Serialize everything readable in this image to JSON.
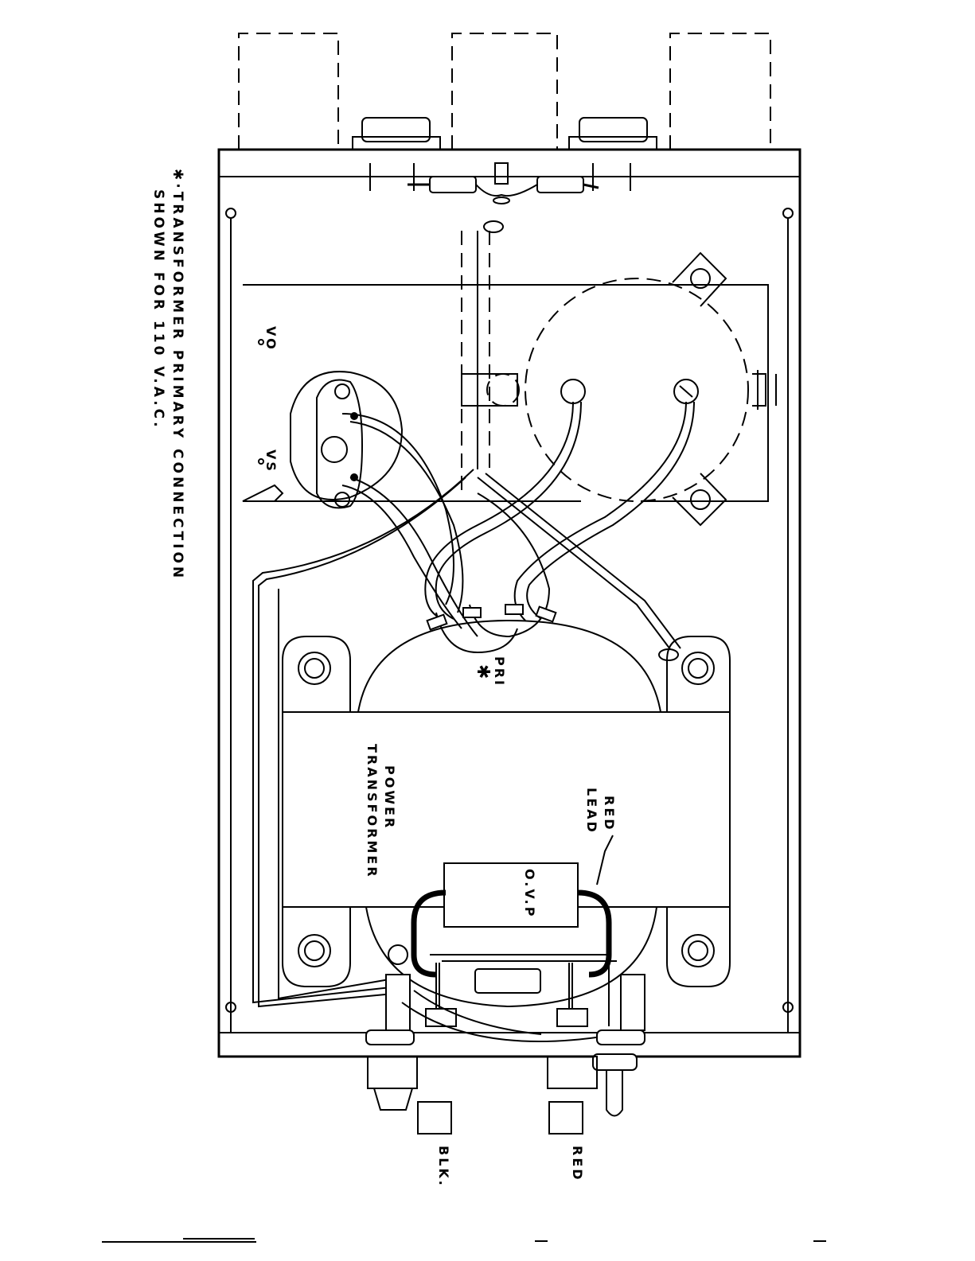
{
  "note": {
    "line1": "✱·TRANSFORMER PRIMARY CONNECTION",
    "line2": "SHOWN FOR 110 V.A.C."
  },
  "labels": {
    "vo": "VO",
    "vs": "VS",
    "pri": "PRI",
    "pri_mark": "✱",
    "power_transformer_1": "POWER",
    "power_transformer_2": "TRANSFORMER",
    "red_lead_1": "RED",
    "red_lead_2": "LEAD",
    "ovp": "O.V.P",
    "red_terminal": "RED",
    "blk_terminal": "BLK."
  }
}
